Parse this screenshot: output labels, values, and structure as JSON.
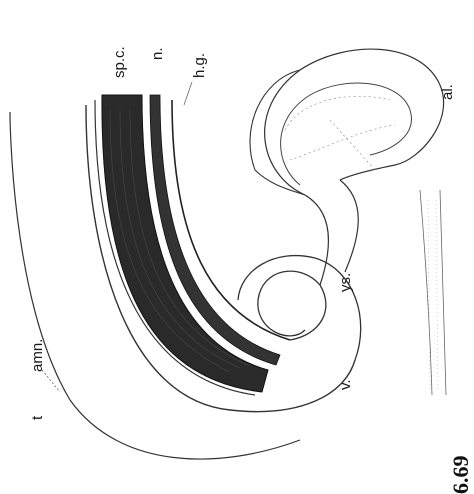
{
  "figure": {
    "number_label": "6.69",
    "labels": {
      "spinal_cord": "sp.c.",
      "notochord": "n.",
      "hindgut": "h.g.",
      "allantois": "al.",
      "amnion": "amn.",
      "yolk_sac": "ys.",
      "vitelline": "v.",
      "tail": "t"
    }
  },
  "colors": {
    "ink": "#1a1a1a",
    "shading": "#2a2a2a",
    "background": "#ffffff"
  }
}
